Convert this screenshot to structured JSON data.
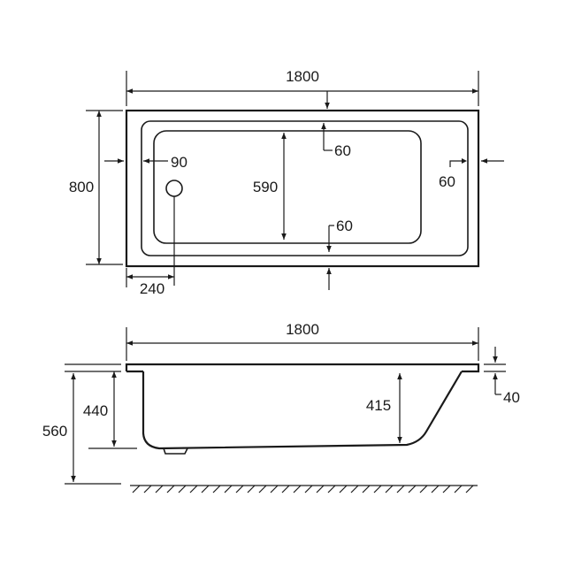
{
  "top_view": {
    "length": "1800",
    "width": "800",
    "inner_length_offset": "60",
    "inner_width": "590",
    "side_offset": "60",
    "bottom_offset": "60",
    "waste_offset": "90",
    "waste_from_edge": "240"
  },
  "side_view": {
    "length": "1800",
    "rim_height": "440",
    "overall_height": "560",
    "inner_depth": "415",
    "rim_thickness": "40"
  },
  "colors": {
    "ink": "#1a1a1a",
    "background": "#ffffff"
  }
}
